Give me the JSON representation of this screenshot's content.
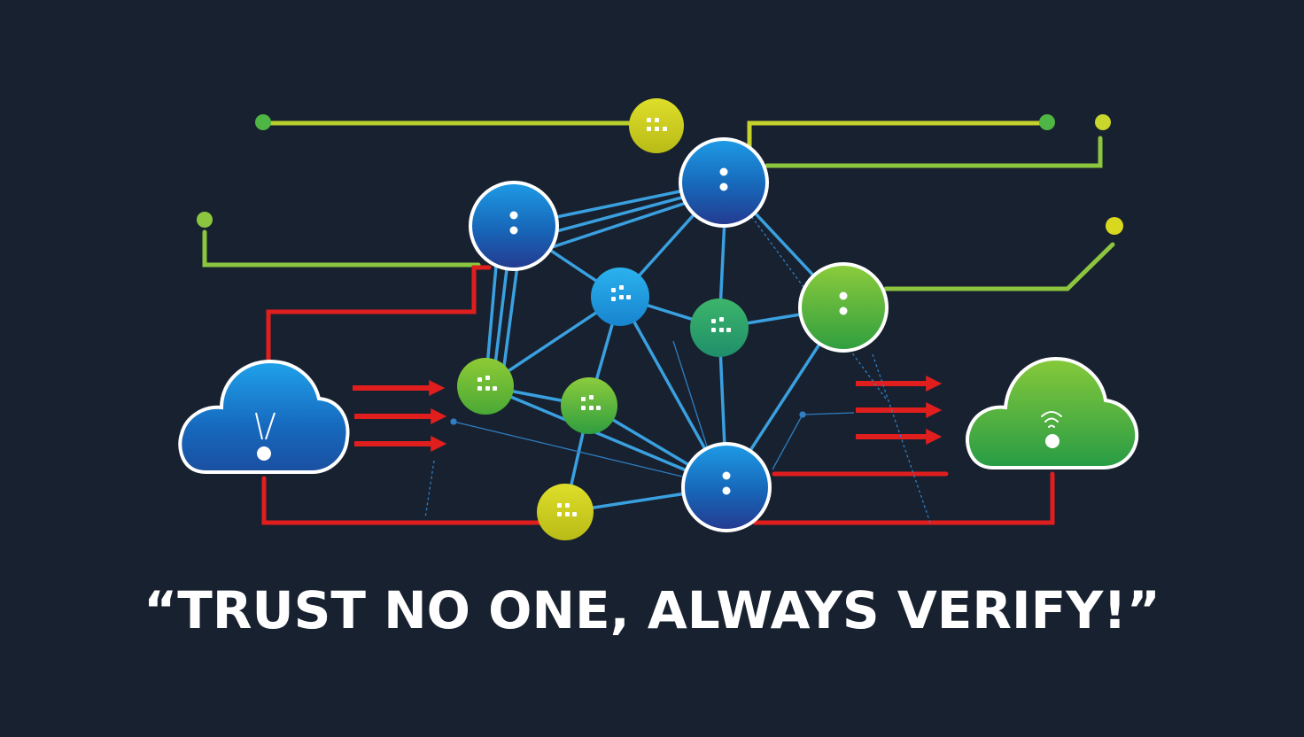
{
  "slogan": "“TRUST NO ONE, ALWAYS VERIFY!”",
  "colors": {
    "background": "#18212f",
    "lime_line": "#8cc63f",
    "yellow_line": "#c8d32a",
    "red_line": "#e01e1e",
    "mesh_line": "#3aa0e0",
    "blue_node": "#1b6fc4",
    "cyan_node": "#1fa3e6",
    "green_node": "#3fb04a",
    "teal_node": "#23a36b",
    "yellow_node": "#c9cc1e"
  },
  "nodes": [
    {
      "id": "yellow-top",
      "kind": "yellow",
      "icon": "dots-icon"
    },
    {
      "id": "blue-top-right",
      "kind": "blue",
      "icon": "colon-icon"
    },
    {
      "id": "blue-top-left",
      "kind": "blue",
      "icon": "colon-icon"
    },
    {
      "id": "cyan-center",
      "kind": "cyan",
      "icon": "dots-icon"
    },
    {
      "id": "teal-center",
      "kind": "teal",
      "icon": "dots-icon"
    },
    {
      "id": "green-right",
      "kind": "green",
      "icon": "colon-icon"
    },
    {
      "id": "green-left",
      "kind": "lime",
      "icon": "dots-icon"
    },
    {
      "id": "green-middle",
      "kind": "green",
      "icon": "dots-icon"
    },
    {
      "id": "yellow-bottom",
      "kind": "yellow",
      "icon": "dots-icon"
    },
    {
      "id": "blue-bottom",
      "kind": "blue",
      "icon": "colon-icon"
    }
  ],
  "clouds": [
    {
      "id": "cloud-left",
      "kind": "blue",
      "icon": "antenna-icon"
    },
    {
      "id": "cloud-right",
      "kind": "green",
      "icon": "wifi-icon"
    }
  ]
}
